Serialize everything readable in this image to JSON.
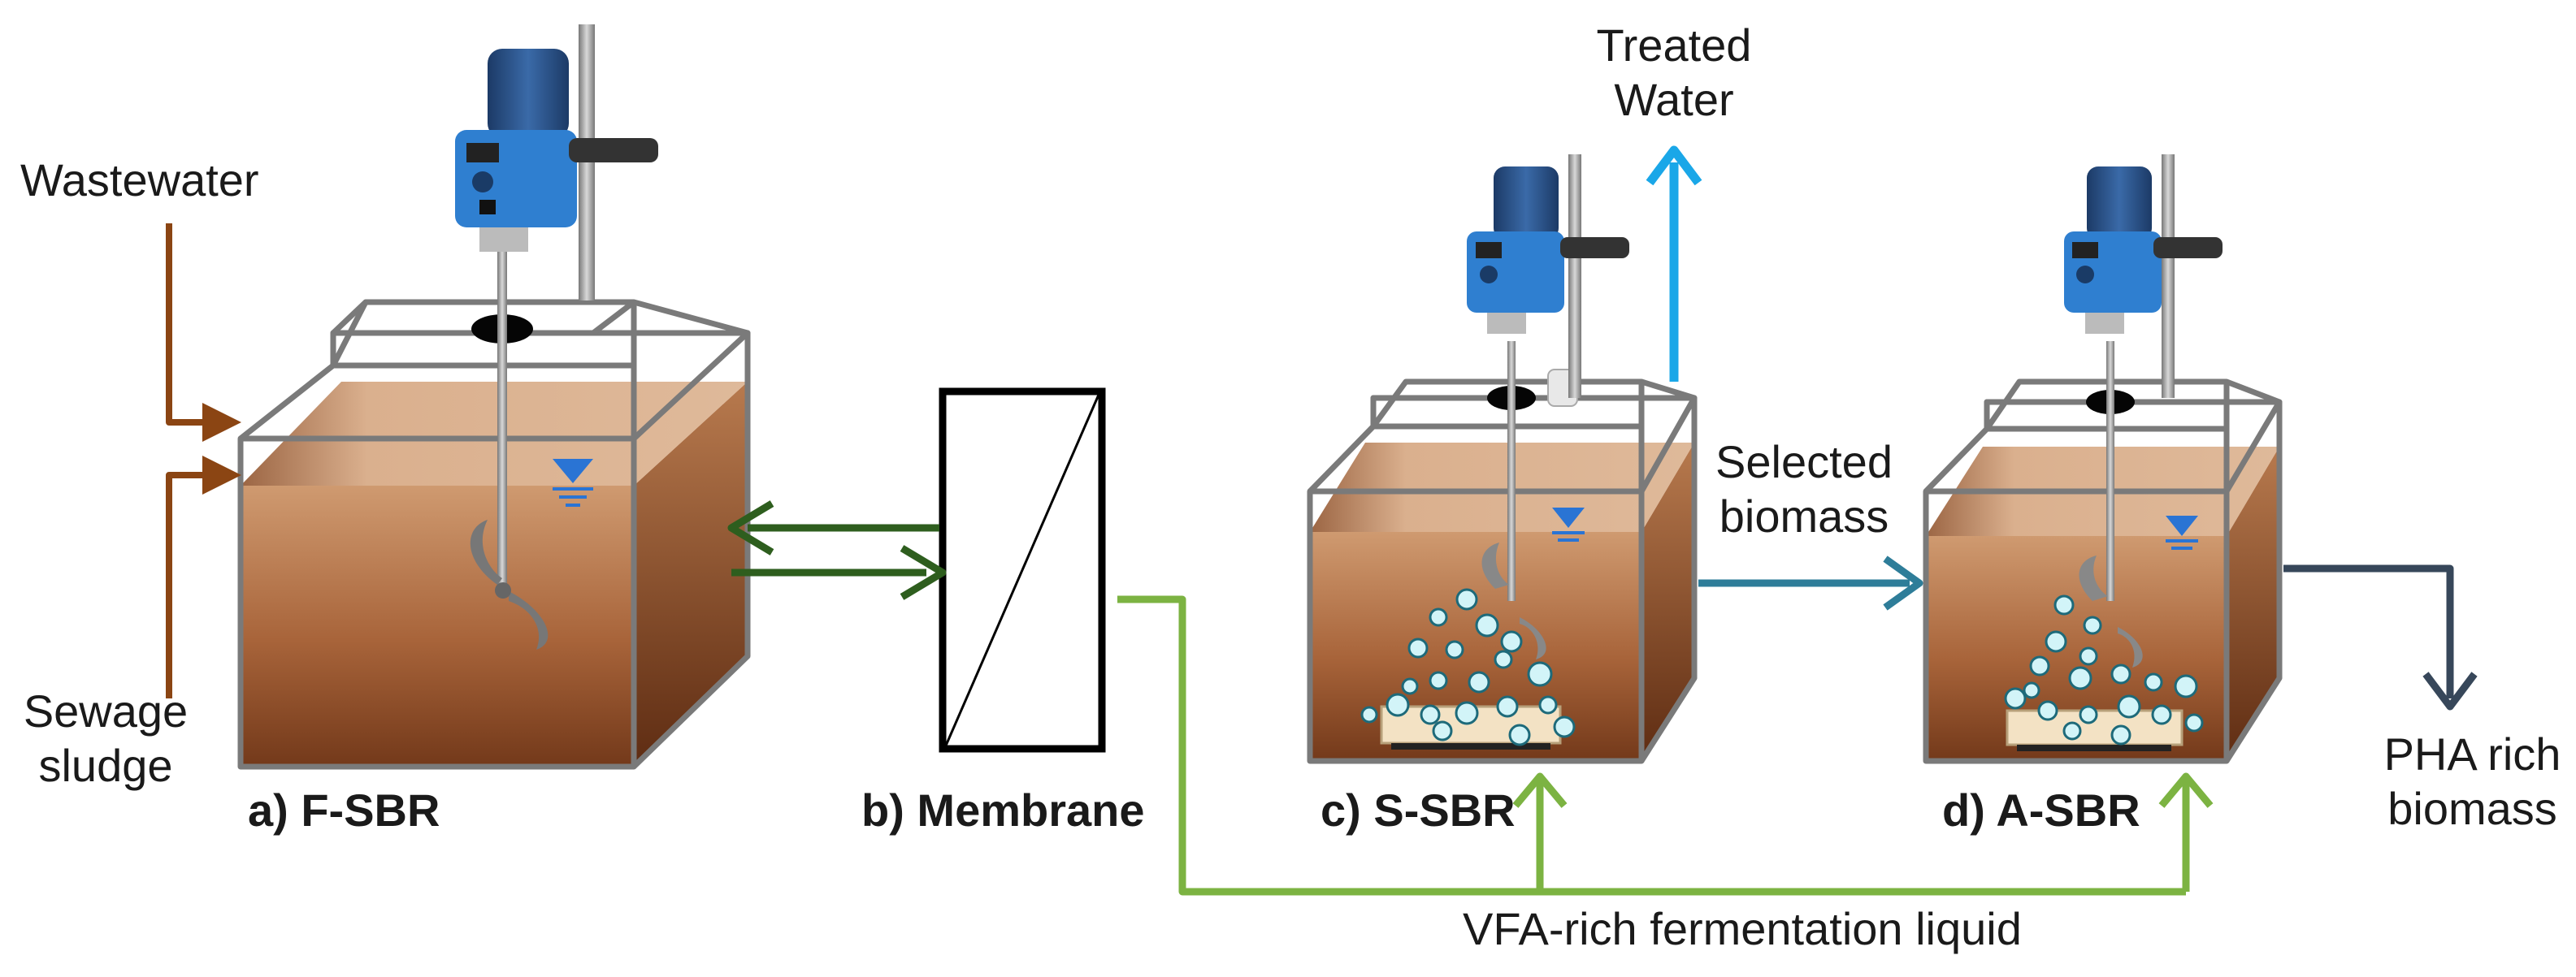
{
  "inputs": {
    "wastewater": "Wastewater",
    "sewage_line1": "Sewage",
    "sewage_line2": "sludge"
  },
  "reactors": {
    "f_sbr": "a) F-SBR",
    "membrane": "b) Membrane",
    "s_sbr": "c) S-SBR",
    "a_sbr": "d) A-SBR"
  },
  "outputs": {
    "treated_line1": "Treated",
    "treated_line2": "Water",
    "selected_line1": "Selected",
    "selected_line2": "biomass",
    "pha_line1": "PHA rich",
    "pha_line2": "biomass",
    "vfa": "VFA-rich fermentation liquid"
  },
  "colors": {
    "sludge_arrow": "#8b4513",
    "membrane_arrow": "#2e5e1e",
    "vfa_line": "#7cb342",
    "treated_arrow": "#1aa7e8",
    "selected_arrow": "#2e7d99",
    "pha_arrow": "#37475a",
    "liquid_top": "#c98b5e",
    "liquid_bottom": "#7a4018"
  }
}
